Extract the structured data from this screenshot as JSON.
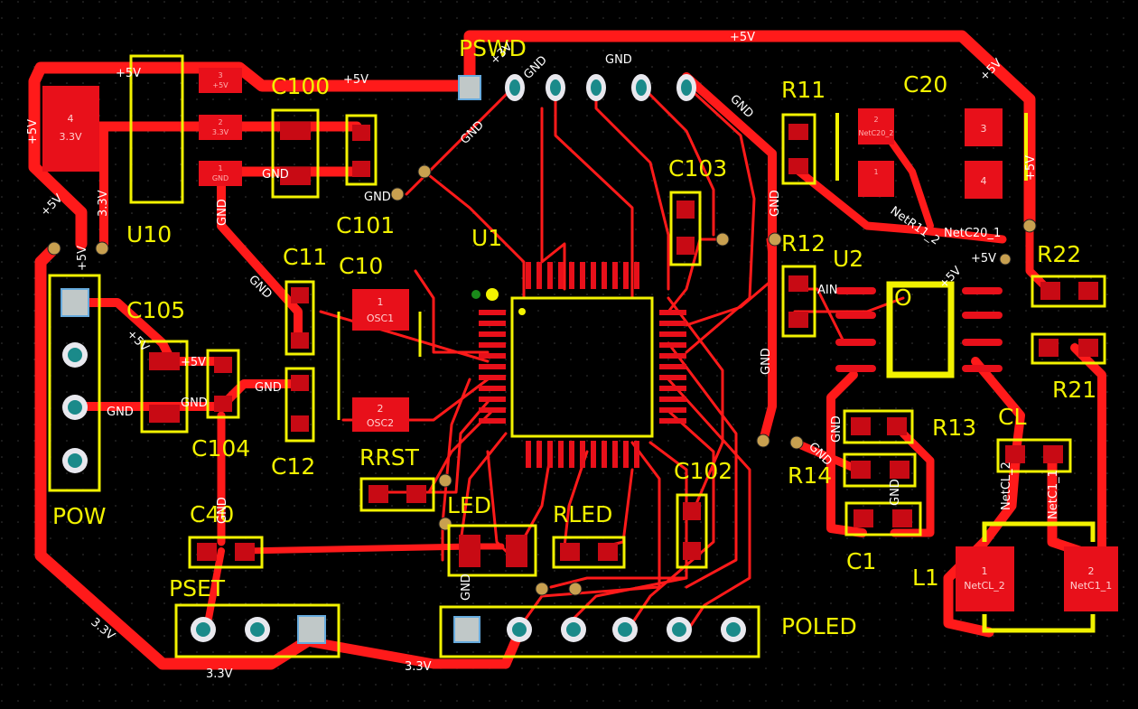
{
  "references": {
    "psw": "PSWD",
    "c100": "C100",
    "u10": "U10",
    "c101": "C101",
    "u1": "U1",
    "c103": "C103",
    "r11": "R11",
    "c20": "C20",
    "r12": "R12",
    "u2": "U2",
    "r22": "R22",
    "c11": "C11",
    "c10": "C10",
    "c105": "C105",
    "c104": "C104",
    "c12": "C12",
    "pow": "POW",
    "rrst": "RRST",
    "led": "LED",
    "rled": "RLED",
    "c102": "C102",
    "c40": "C40",
    "pset": "PSET",
    "poled": "POLED",
    "r13": "R13",
    "cl": "CL",
    "r21": "R21",
    "r14": "R14",
    "c1": "C1",
    "l1": "L1"
  },
  "nets": {
    "p5v": "+5V",
    "gnd": "GND",
    "p33v": "3.3V",
    "p3v": "+3V",
    "netcl2": "NetCL_2",
    "netc11": "NetC1_1",
    "netc20_1": "NetC20_1",
    "netc20_2": "NetC20_2",
    "netr112": "NetR11_2",
    "ain": "AIN",
    "osc1": "OSC1",
    "osc2": "OSC2"
  },
  "pads": {
    "u10_4_num": "4",
    "u10_4_net": "3.3V",
    "u10_3_num": "3",
    "u10_3_net": "+5V",
    "u10_2_num": "2",
    "u10_2_net": "3.3V",
    "u10_1_num": "1",
    "u10_1_net": "GND",
    "osc1_num": "1",
    "osc2_num": "2",
    "c20_1_num": "1",
    "c20_2_num": "2",
    "c20_3_num": "3",
    "c20_4_num": "4",
    "l1_1_num": "1",
    "l1_2_num": "2",
    "u2_pin1": "O"
  },
  "colors": {
    "background": "#000000",
    "copper": "#ff1a1a",
    "silkscreen": "#f2f200",
    "via": "#c8a050"
  }
}
